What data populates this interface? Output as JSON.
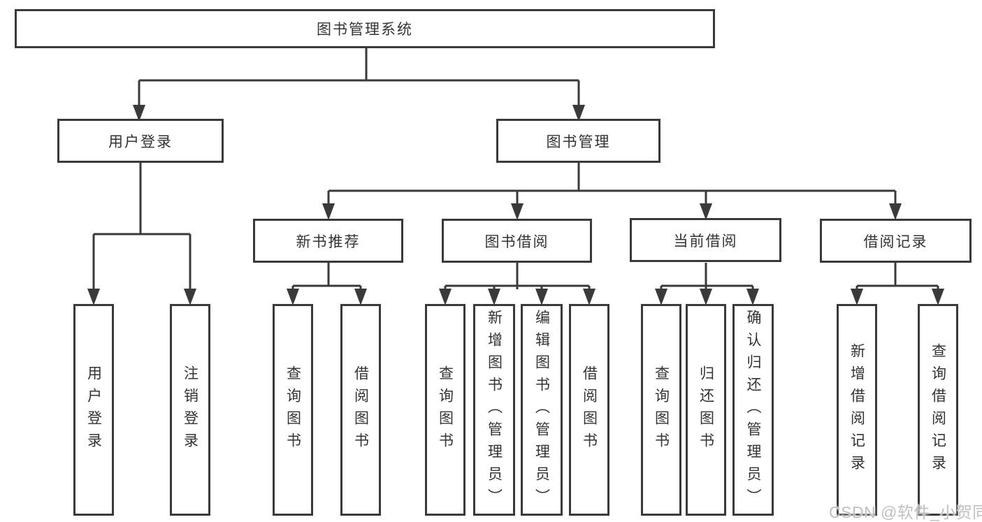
{
  "diagram": {
    "type": "hierarchy-tree",
    "title": "图书管理系统",
    "watermark": "CSDN @软件_小贺同学",
    "colors": {
      "background": "#ffffff",
      "box_background": "#ffffff",
      "box_border": "#3a3a3a",
      "line": "#3a3a3a",
      "text": "#333333",
      "watermark": "#bfbfbf"
    },
    "tree": {
      "label": "图书管理系统",
      "children": [
        {
          "label": "用户登录",
          "children": [
            {
              "label": "用户登录"
            },
            {
              "label": "注销登录"
            }
          ]
        },
        {
          "label": "图书管理",
          "children": [
            {
              "label": "新书推荐",
              "children": [
                {
                  "label": "查询图书"
                },
                {
                  "label": "借阅图书"
                }
              ]
            },
            {
              "label": "图书借阅",
              "children": [
                {
                  "label": "查询图书"
                },
                {
                  "label": "新增图书（管理员）"
                },
                {
                  "label": "编辑图书（管理员）"
                },
                {
                  "label": "借阅图书"
                }
              ]
            },
            {
              "label": "当前借阅",
              "children": [
                {
                  "label": "查询图书"
                },
                {
                  "label": "归还图书"
                },
                {
                  "label": "确认归还（管理员）"
                }
              ]
            },
            {
              "label": "借阅记录",
              "children": [
                {
                  "label": "新增借阅记录"
                },
                {
                  "label": "查询借阅记录"
                }
              ]
            }
          ]
        }
      ]
    }
  }
}
